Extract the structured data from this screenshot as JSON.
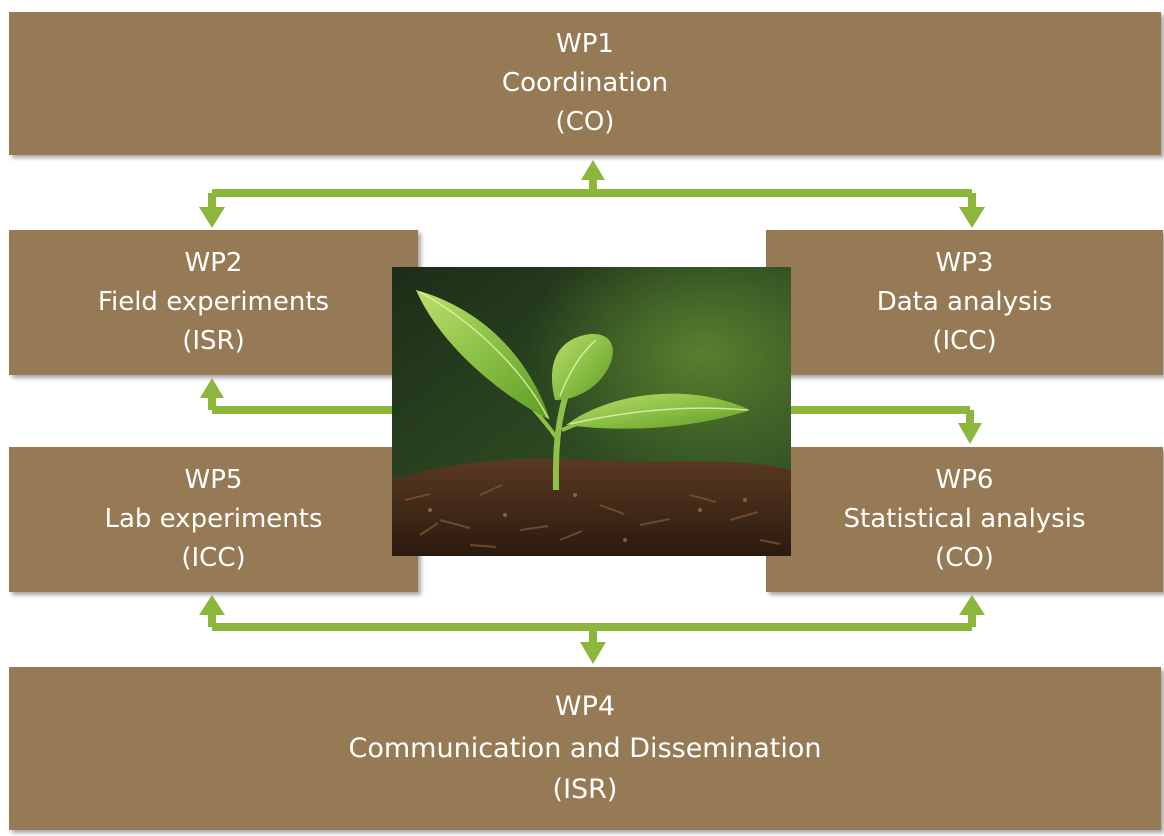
{
  "colors": {
    "box": "#957a55",
    "arrow": "#8db63c",
    "text": "#ffffff"
  },
  "boxes": {
    "wp1": {
      "id": "WP1",
      "title": "Coordination",
      "lead": "(CO)"
    },
    "wp2": {
      "id": "WP2",
      "title": "Field experiments",
      "lead": "(ISR)"
    },
    "wp3": {
      "id": "WP3",
      "title": "Data analysis",
      "lead": "(ICC)"
    },
    "wp5": {
      "id": "WP5",
      "title": "Lab experiments",
      "lead": "(ICC)"
    },
    "wp6": {
      "id": "WP6",
      "title": "Statistical analysis",
      "lead": "(CO)"
    },
    "wp4": {
      "id": "WP4",
      "title": "Communication and Dissemination",
      "lead": "(ISR)"
    }
  },
  "center_image": "seedling-in-soil-photo"
}
